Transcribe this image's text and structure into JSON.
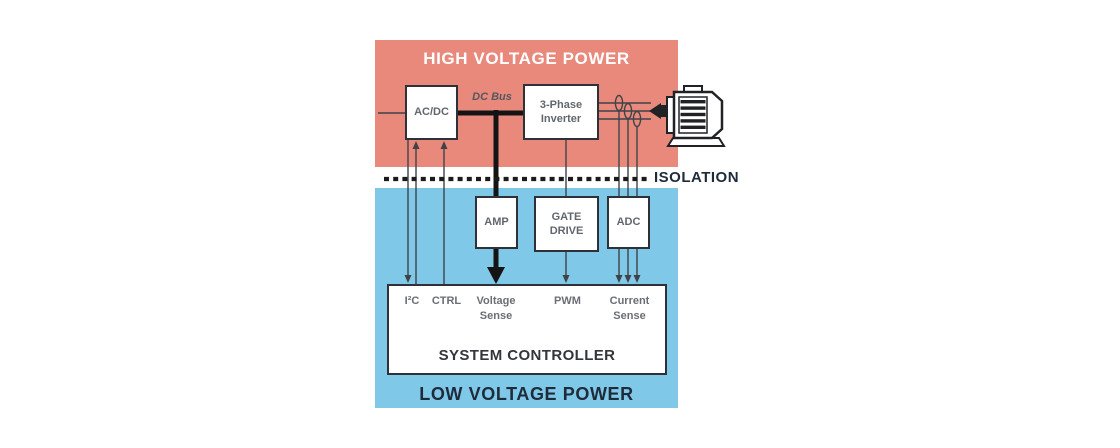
{
  "regions": {
    "high_voltage": {
      "label": "HIGH VOLTAGE POWER",
      "color": "#E8897C"
    },
    "low_voltage": {
      "label": "LOW VOLTAGE POWER",
      "color": "#7FC8E8"
    },
    "isolation": {
      "label": "ISOLATION"
    }
  },
  "blocks": {
    "acdc": {
      "label": "AC/DC"
    },
    "inverter": {
      "label": "3-Phase Inverter"
    },
    "amp": {
      "label": "AMP"
    },
    "gate_drive": {
      "label": "GATE DRIVE"
    },
    "adc": {
      "label": "ADC"
    },
    "system_controller": {
      "label": "SYSTEM CONTROLLER"
    }
  },
  "labels": {
    "dc_bus": "DC Bus",
    "ports": {
      "i2c": "I²C",
      "ctrl": "CTRL",
      "voltage_sense": "Voltage Sense",
      "pwm": "PWM",
      "current_sense": "Current Sense"
    }
  },
  "icons": {
    "motor": "three-phase-motor-icon",
    "current_sensors": "current-sense-loop-icons"
  },
  "colors": {
    "high_voltage_bg": "#E8897C",
    "low_voltage_bg": "#7FC8E8",
    "title_dark": "#1E2B3A",
    "block_label": "#62666D",
    "line": "#3F4348",
    "bus": "#141414"
  }
}
